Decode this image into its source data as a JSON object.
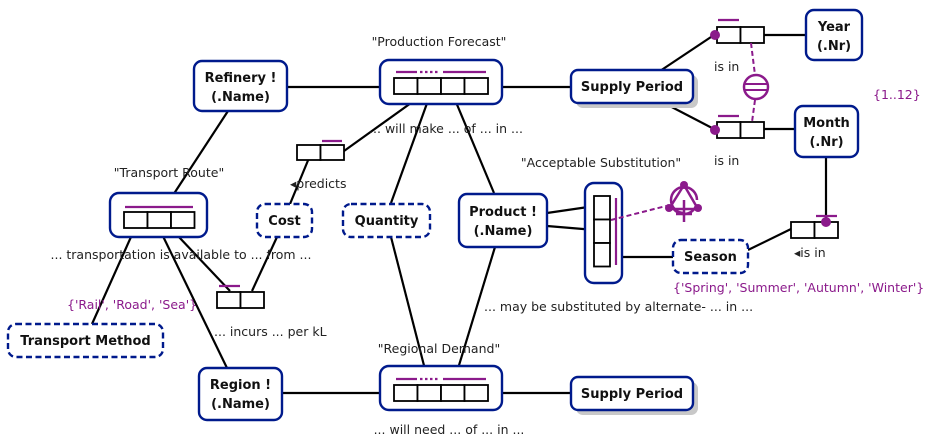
{
  "colors": {
    "entity_border": "#001a8c",
    "constraint": "#8b1a8b",
    "line": "#000000",
    "shadow": "#c8c8c8"
  },
  "entities": {
    "refinery": {
      "name": "Refinery !",
      "ref": "(.Name)"
    },
    "region": {
      "name": "Region !",
      "ref": "(.Name)"
    },
    "product": {
      "name": "Product !",
      "ref": "(.Name)"
    },
    "year": {
      "name": "Year",
      "ref": "(.Nr)"
    },
    "month": {
      "name": "Month",
      "ref": "(.Nr)"
    },
    "supply_period_top": {
      "name": "Supply Period"
    },
    "supply_period_bottom": {
      "name": "Supply Period"
    }
  },
  "value_types": {
    "cost": "Cost",
    "quantity": "Quantity",
    "transport_method": "Transport Method",
    "season": "Season"
  },
  "objectified_facts": {
    "production_forecast": {
      "name": "\"Production Forecast\"",
      "reading": "... will make ... of ... in ..."
    },
    "transport_route": {
      "name": "\"Transport Route\"",
      "reading": "... transportation is available to ... from ..."
    },
    "acceptable_substitution": {
      "name": "\"Acceptable Substitution\"",
      "reading": "... may be substituted by alternate- ... in ..."
    },
    "regional_demand": {
      "name": "\"Regional Demand\"",
      "reading": "... will need ... of ... in ..."
    }
  },
  "fact_readings": {
    "predicts": "◂predicts",
    "incurs": "... incurs ... per kL",
    "year_is_in": "is in",
    "month_is_in": "is in",
    "season_is_in": "◂is in"
  },
  "value_constraints": {
    "month": "{1..12}",
    "transport_method": "{'Rail', 'Road', 'Sea'}",
    "season": "{'Spring', 'Summer', 'Autumn', 'Winter'}"
  },
  "icons": {
    "equality_constraint": "equality-constraint-icon",
    "ring_constraint": "ring-constraint-icon",
    "mandatory_dot": "mandatory-role-dot-icon"
  }
}
